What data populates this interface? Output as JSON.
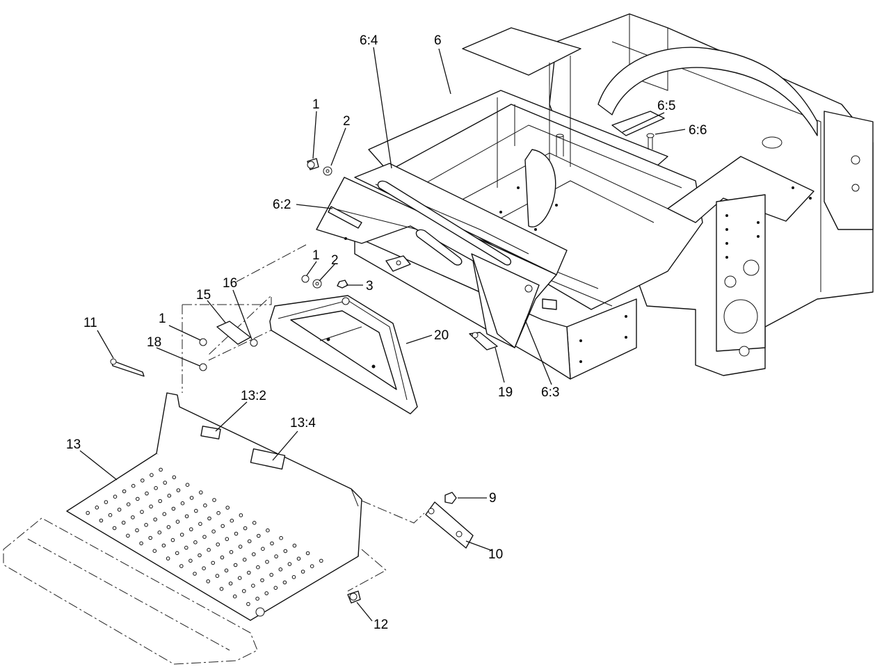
{
  "callouts": {
    "c_1a": "1",
    "c_2a": "2",
    "c_6_4": "6:4",
    "c_6": "6",
    "c_6_5": "6:5",
    "c_6_6": "6:6",
    "c_6_2": "6:2",
    "c_1b": "1",
    "c_2b": "2",
    "c_3": "3",
    "c_16": "16",
    "c_15": "15",
    "c_11": "11",
    "c_1c": "1",
    "c_18": "18",
    "c_20": "20",
    "c_19": "19",
    "c_6_3": "6:3",
    "c_13_2": "13:2",
    "c_13_4": "13:4",
    "c_13": "13",
    "c_9": "9",
    "c_10": "10",
    "c_12": "12"
  }
}
